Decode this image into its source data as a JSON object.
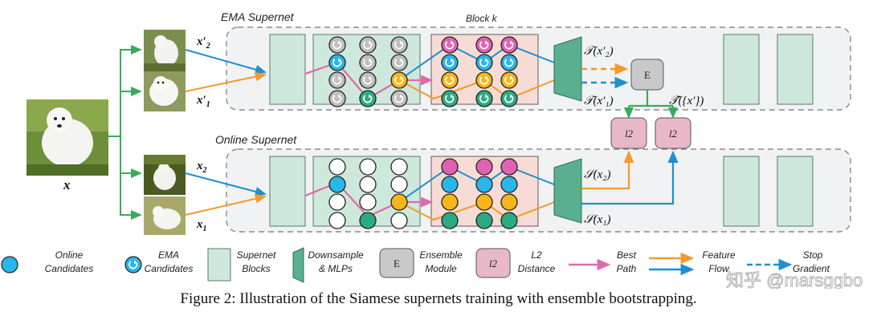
{
  "labels": {
    "ema_supernet": "EMA Supernet",
    "online_supernet": "Online Supernet",
    "block_k": "Block k"
  },
  "inputs": {
    "x": "x",
    "x2p": "x′",
    "x2p_sub": "2",
    "x1p": "x′",
    "x1p_sub": "1",
    "x2": "x",
    "x2_sub": "2",
    "x1": "x",
    "x1_sub": "1"
  },
  "outputs": {
    "t_x2": "𝒯(x′₂)",
    "t_x1": "𝒯(x′₁)",
    "t_ens": "𝒯̂({x′})",
    "s_x2": "𝒮(x₂)",
    "s_x1": "𝒮(x₁)"
  },
  "modules": {
    "ensemble": "E",
    "l2_a": "l2",
    "l2_b": "l2"
  },
  "legend": {
    "online_cand_1": "Online",
    "online_cand_2": "Candidates",
    "ema_cand_1": "EMA",
    "ema_cand_2": "Candidates",
    "supernet_1": "Supernet",
    "supernet_2": "Blocks",
    "downsample_1": "Downsample",
    "downsample_2": "& MLPs",
    "ensemble_box": "E",
    "ensemble_1": "Ensemble",
    "ensemble_2": "Module",
    "l2_box": "l2",
    "l2_1": "L2",
    "l2_2": "Distance",
    "best_1": "Best",
    "best_2": "Path",
    "feature_1": "Feature",
    "feature_2": "Flow",
    "stop_1": "Stop",
    "stop_2": "Gradient"
  },
  "watermark": "知乎 @marsggbo",
  "caption": "Figure 2: Illustration of the Siamese supernets training with ensemble bootstrapping.",
  "colors": {
    "blue_flow": "#1f8fcf",
    "orange_flow": "#f29a2e",
    "best_path": "#e06aa8",
    "green_branch": "#3aaa5c",
    "block_fill": "#cfe8dc",
    "block_k_fill": "#f6dcd4",
    "teal_module": "#5aaf90",
    "cyan_node": "#29b6e8",
    "yellow_node": "#f6b619",
    "green_node": "#2bab82",
    "magenta_node": "#e062b2"
  }
}
